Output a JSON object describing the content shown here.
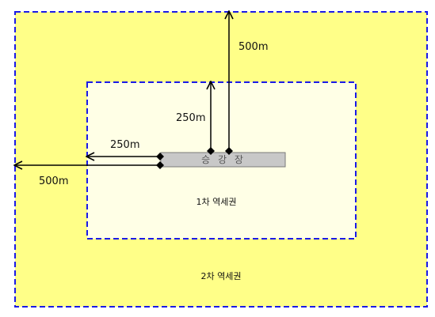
{
  "colors": {
    "outer_fill": "#ffff88",
    "inner_fill": "#ffffe6",
    "border_dash": "#1a1ae6",
    "platform_fill": "#c8c8c8",
    "platform_stroke": "#7a7a7a",
    "arrow": "#000000"
  },
  "labels": {
    "outer_zone": "2차 역세권",
    "inner_zone": "1차 역세권",
    "platform": "승 강 장",
    "up_500": "500m",
    "up_250": "250m",
    "left_250": "250m",
    "left_500": "500m"
  }
}
